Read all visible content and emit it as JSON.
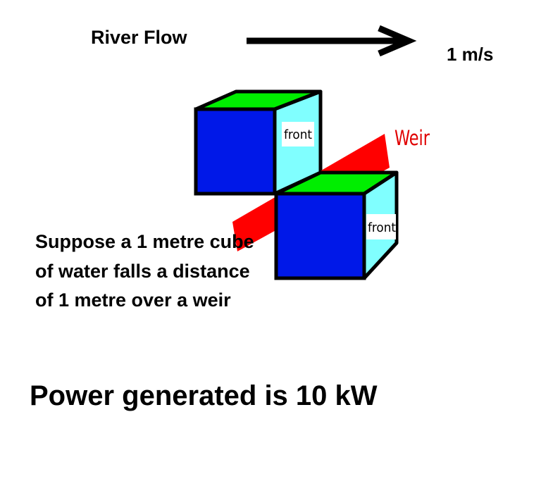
{
  "flow": {
    "label": "River Flow",
    "speed": "1 m/s",
    "direction": "right"
  },
  "cubes": [
    {
      "name": "upstream-cube",
      "face_label": "front"
    },
    {
      "name": "downstream-cube",
      "face_label": "front"
    }
  ],
  "weir": {
    "label": "Weir"
  },
  "description": "Suppose a 1 metre cube of water falls a distance of 1 metre over a weir",
  "result": "Power generated is 10 kW",
  "colors": {
    "front_face": "#0018e8",
    "top_face": "#00ee00",
    "side_face": "#80ffff",
    "weir": "#ff0000",
    "weir_label": "#e00000",
    "outline": "#000000"
  }
}
